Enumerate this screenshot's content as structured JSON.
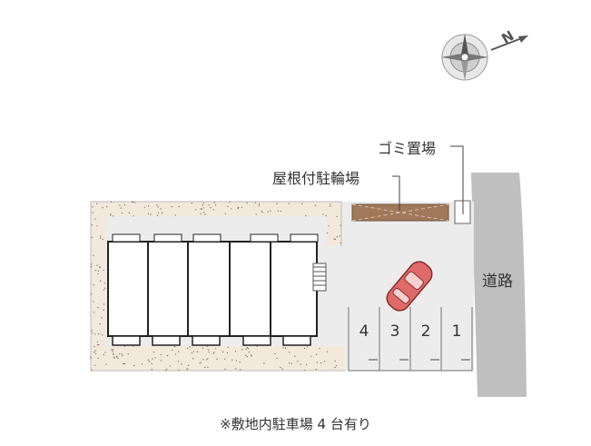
{
  "labels": {
    "gomi": "ゴミ置場",
    "bike_parking": "屋根付駐輪場",
    "road": "道路",
    "note": "※敷地内駐車場 4 台有り"
  },
  "compass": {
    "north": "N"
  },
  "parking_stalls": [
    "4",
    "3",
    "2",
    "1"
  ],
  "colors": {
    "road": "#bfbfbf",
    "site": "#ececec",
    "planting": "#f2e8dc",
    "bike_roof": "#a0785a",
    "car": "#e06a6a",
    "building_outline": "#222222"
  },
  "icons": [
    "compass-icon",
    "car-icon"
  ]
}
